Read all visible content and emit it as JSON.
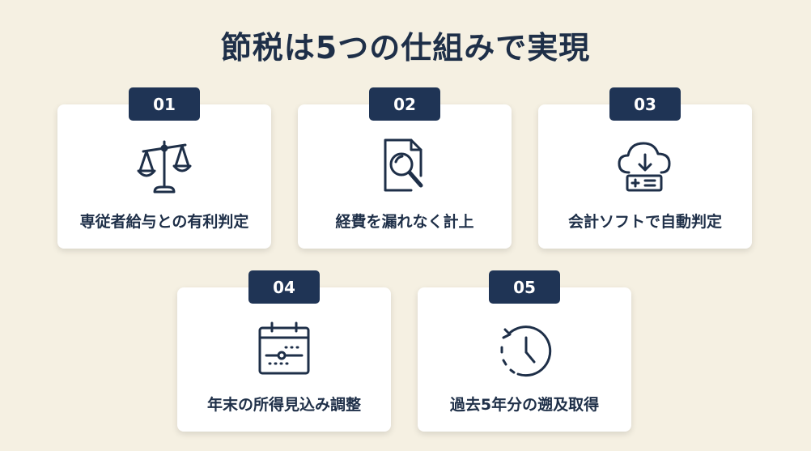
{
  "title": "節税は5つの仕組みで実現",
  "items": [
    {
      "number": "01",
      "label": "専従者給与との有利判定",
      "icon": "scales-icon"
    },
    {
      "number": "02",
      "label": "経費を漏れなく計上",
      "icon": "document-search-icon"
    },
    {
      "number": "03",
      "label": "会計ソフトで自動判定",
      "icon": "cloud-download-icon"
    },
    {
      "number": "04",
      "label": "年末の所得見込み調整",
      "icon": "calendar-slider-icon"
    },
    {
      "number": "05",
      "label": "過去5年分の遡及取得",
      "icon": "history-clock-icon"
    }
  ],
  "colors": {
    "background": "#f5f0e2",
    "badge": "#1f3455",
    "text": "#1e2f48"
  }
}
